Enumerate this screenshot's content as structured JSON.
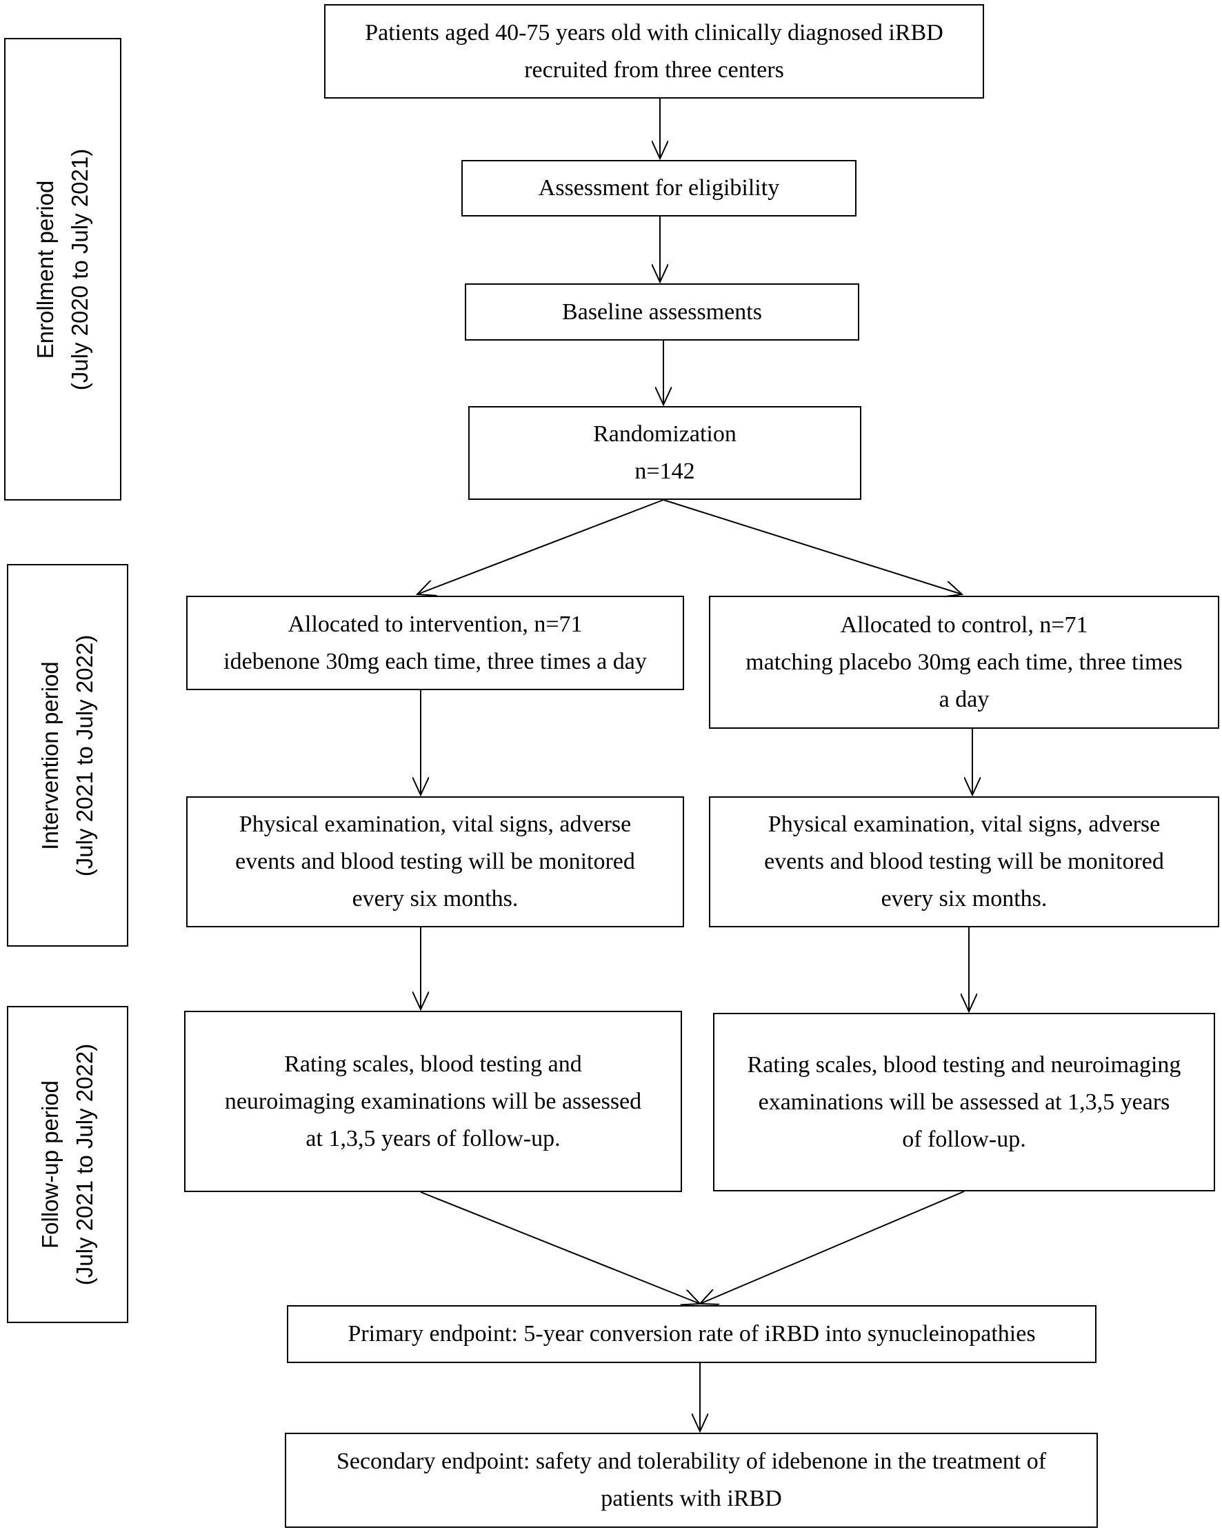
{
  "phases": {
    "enrollment": {
      "title": "Enrollment period",
      "dates": "(July 2020 to July 2021)"
    },
    "intervention": {
      "title": "Intervention period",
      "dates": "(July 2021 to July 2022)"
    },
    "followup": {
      "title": "Follow-up period",
      "dates": "(July 2021 to July 2022)"
    }
  },
  "boxes": {
    "recruitment": [
      "Patients aged 40-75 years old with clinically diagnosed iRBD",
      "recruited from three centers"
    ],
    "eligibility": [
      "Assessment for eligibility"
    ],
    "baseline": [
      "Baseline assessments"
    ],
    "randomization": [
      "Randomization",
      "n=142"
    ],
    "intervention_alloc": [
      "Allocated to intervention, n=71",
      "idebenone 30mg each time, three times a day"
    ],
    "control_alloc": [
      "Allocated to control, n=71",
      "matching placebo 30mg each time, three times",
      "a day"
    ],
    "intervention_monitor": [
      "Physical examination, vital signs, adverse",
      "events and blood testing will be monitored",
      "every six months."
    ],
    "control_monitor": [
      "Physical examination, vital signs, adverse",
      "events and blood testing will be monitored",
      "every six months."
    ],
    "intervention_followup": [
      "Rating scales, blood testing and",
      "neuroimaging examinations will be assessed",
      "at 1,3,5 years of follow-up."
    ],
    "control_followup": [
      "Rating scales, blood testing and neuroimaging",
      "examinations will be assessed at 1,3,5 years",
      "of follow-up."
    ],
    "primary": [
      "Primary endpoint: 5-year conversion rate of iRBD into synucleinopathies"
    ],
    "secondary": [
      "Secondary endpoint: safety and tolerability of idebenone in the treatment of",
      "patients with iRBD"
    ]
  }
}
